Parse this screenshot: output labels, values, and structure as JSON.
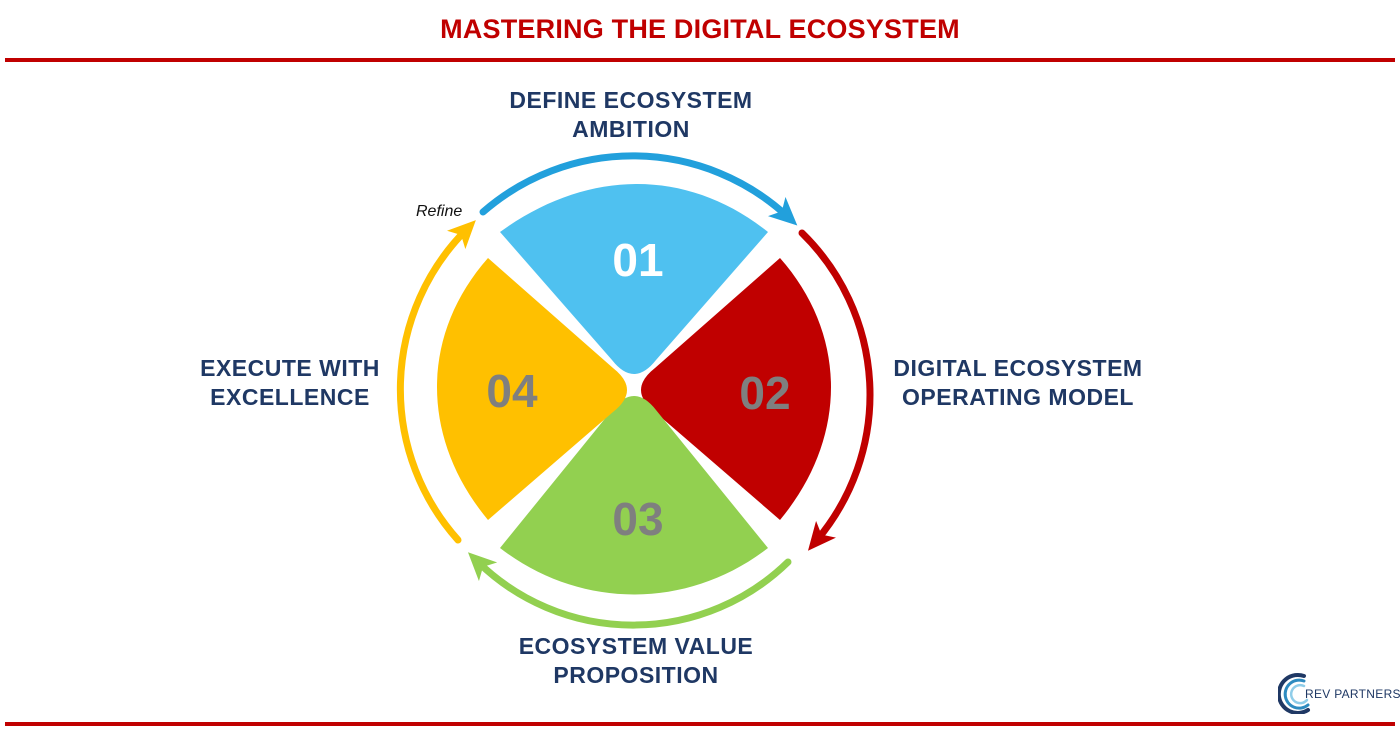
{
  "header": {
    "title": "MASTERING THE DIGITAL ECOSYSTEM"
  },
  "steps": [
    {
      "number": "01",
      "label_lines": [
        "DEFINE ECOSYSTEM",
        "AMBITION"
      ],
      "color": "#4fc1f0",
      "arrow_color": "#22a0dc",
      "number_color": "#ffffff"
    },
    {
      "number": "02",
      "label_lines": [
        "DIGITAL ECOSYSTEM",
        "OPERATING MODEL"
      ],
      "color": "#c00000",
      "arrow_color": "#c00000",
      "number_color": "#7f7f7f"
    },
    {
      "number": "03",
      "label_lines": [
        "ECOSYSTEM VALUE",
        "PROPOSITION"
      ],
      "color": "#92d050",
      "arrow_color": "#92d050",
      "number_color": "#7f7f7f"
    },
    {
      "number": "04",
      "label_lines": [
        "EXECUTE WITH",
        "EXCELLENCE"
      ],
      "color": "#ffc000",
      "arrow_color": "#ffc000",
      "number_color": "#7f7f7f"
    }
  ],
  "annotation": {
    "refine": "Refine"
  },
  "logo": {
    "text": "REV PARTNERS",
    "colors": [
      "#1f3864",
      "#2e8bc0",
      "#8fcde9"
    ]
  }
}
